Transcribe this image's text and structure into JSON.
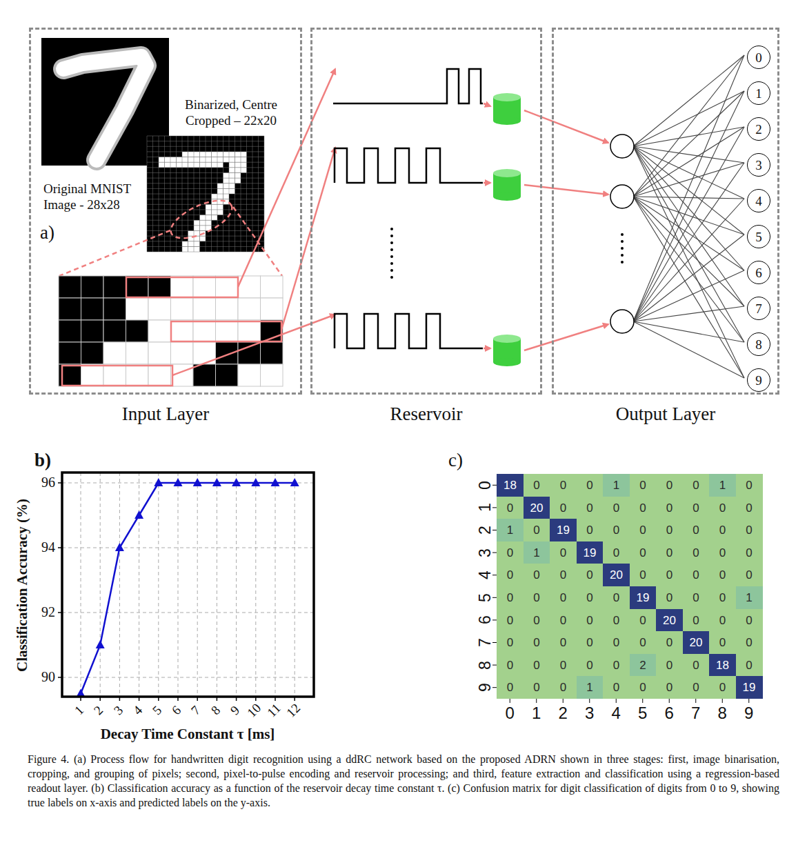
{
  "diagram": {
    "caption": "Figure 4. (a) Process flow for handwritten digit recognition using a ddRC network based on the proposed ADRN shown in three stages: first, image binarisation, cropping, and grouping of pixels; second, pixel-to-pulse encoding and reservoir processing; and third, feature extraction and classification using a regression-based readout layer. (b) Classification accuracy as a function of the reservoir decay time constant τ. (c) Confusion matrix for digit classification of digits from 0 to 9, showing true labels on x-axis and predicted labels on the y-axis.",
    "nodes": [
      {
        "text": [
          "Input Layer"
        ]
      },
      {
        "text": [
          "Reservoir"
        ]
      },
      {
        "text": [
          "Output Layer"
        ]
      },
      {
        "text": [
          "0"
        ],
        "in": 2
      },
      {
        "text": [
          "1"
        ],
        "in": 2
      },
      {
        "text": [
          "2"
        ],
        "in": 2
      },
      {
        "text": [
          "3"
        ],
        "in": 2
      },
      {
        "text": [
          "4"
        ],
        "in": 2
      },
      {
        "text": [
          "5"
        ],
        "in": 2
      },
      {
        "text": [
          "6"
        ],
        "in": 2
      },
      {
        "text": [
          "7"
        ],
        "in": 2
      },
      {
        "text": [
          "8"
        ],
        "in": 2
      },
      {
        "text": [
          "9"
        ],
        "in": 2
      }
    ],
    "labels": [
      "Binarized, Centre Cropped – 22x20",
      "Original MNIST Image - 28x28",
      "a)",
      "b)",
      "Classification Accuracy (%)",
      "90",
      "92",
      "94",
      "96",
      "1",
      "2",
      "3",
      "4",
      "5",
      "6",
      "7",
      "8",
      "9",
      "10",
      "11",
      "12",
      "Decay Time Constant τ [ms]",
      "c)",
      "18",
      "0",
      "0",
      "0",
      "1",
      "0",
      "0",
      "0",
      "1",
      "0",
      "0",
      "20",
      "0",
      "0",
      "0",
      "0",
      "0",
      "0",
      "0",
      "0",
      "1",
      "0",
      "19",
      "0",
      "0",
      "0",
      "0",
      "0",
      "0",
      "0",
      "0",
      "1",
      "0",
      "19",
      "0",
      "0",
      "0",
      "0",
      "0",
      "0",
      "0",
      "0",
      "0",
      "0",
      "20",
      "0",
      "0",
      "0",
      "0",
      "0",
      "0",
      "0",
      "0",
      "0",
      "0",
      "19",
      "0",
      "0",
      "0",
      "1",
      "0",
      "0",
      "0",
      "0",
      "0",
      "0",
      "20",
      "0",
      "0",
      "0",
      "0",
      "0",
      "0",
      "0",
      "0",
      "0",
      "0",
      "20",
      "0",
      "0",
      "0",
      "0",
      "0",
      "0",
      "0",
      "2",
      "0",
      "0",
      "18",
      "0",
      "0",
      "0",
      "0",
      "1",
      "0",
      "0",
      "0",
      "0",
      "0",
      "19",
      "0",
      "1",
      "2",
      "3",
      "4",
      "5",
      "6",
      "7",
      "8",
      "9",
      "0",
      "1",
      "2",
      "3",
      "4",
      "5",
      "6",
      "7",
      "8",
      "9"
    ]
  }
}
